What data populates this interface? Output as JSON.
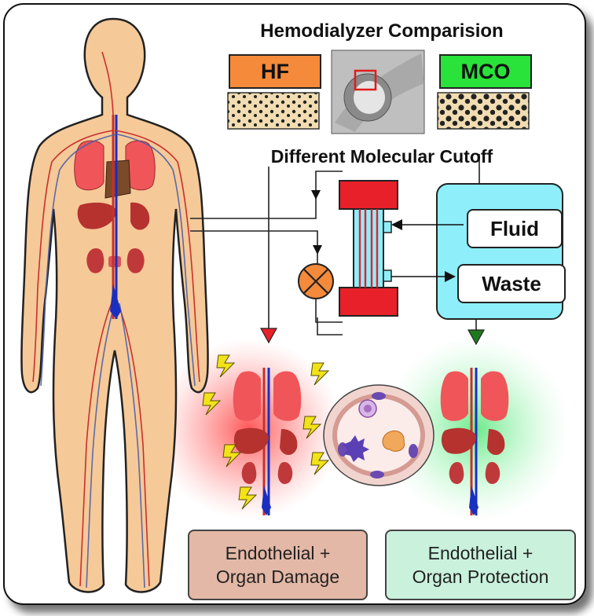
{
  "title": "Hemodialyzer Comparision",
  "subtitle": "Different Molecular Cutoff",
  "membranes": {
    "hf_label": "HF",
    "mco_label": "MCO"
  },
  "circuit": {
    "fluid_label": "Fluid",
    "waste_label": "Waste"
  },
  "outcomes": {
    "damage_line1": "Endothelial +",
    "damage_line2": "Organ Damage",
    "protection_line1": "Endothelial +",
    "protection_line2": "Organ Protection"
  },
  "colors": {
    "skin": "#f6c998",
    "hf": "#f58a3a",
    "mco": "#29e33a",
    "dialyzer_cap": "#e8202a",
    "dialysate_box": "#8eeefa",
    "damage_glow": "#ff4d4d",
    "protection_glow": "#49e06a",
    "arrow_damage": "#e8202a",
    "arrow_protection": "#1f7a1f"
  }
}
